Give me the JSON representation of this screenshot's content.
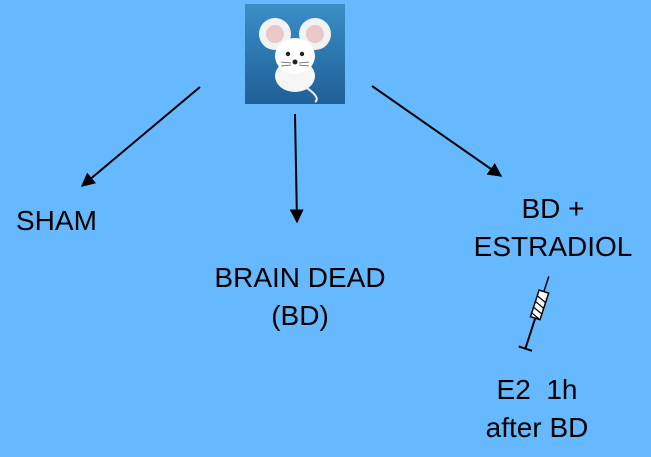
{
  "diagram": {
    "source_icon": "mouse-icon",
    "arrow_color": "#000000",
    "background_color": "#66b8ff",
    "groups": [
      {
        "id": "sham",
        "lines": [
          "SHAM"
        ]
      },
      {
        "id": "brain-dead",
        "lines": [
          "BRAIN DEAD",
          "(BD)"
        ]
      },
      {
        "id": "bd-estradiol",
        "lines": [
          "BD +",
          "ESTRADIOL"
        ]
      }
    ],
    "treatment": {
      "icon": "syringe-icon",
      "lines": [
        "E2  1h",
        "after BD"
      ]
    }
  }
}
